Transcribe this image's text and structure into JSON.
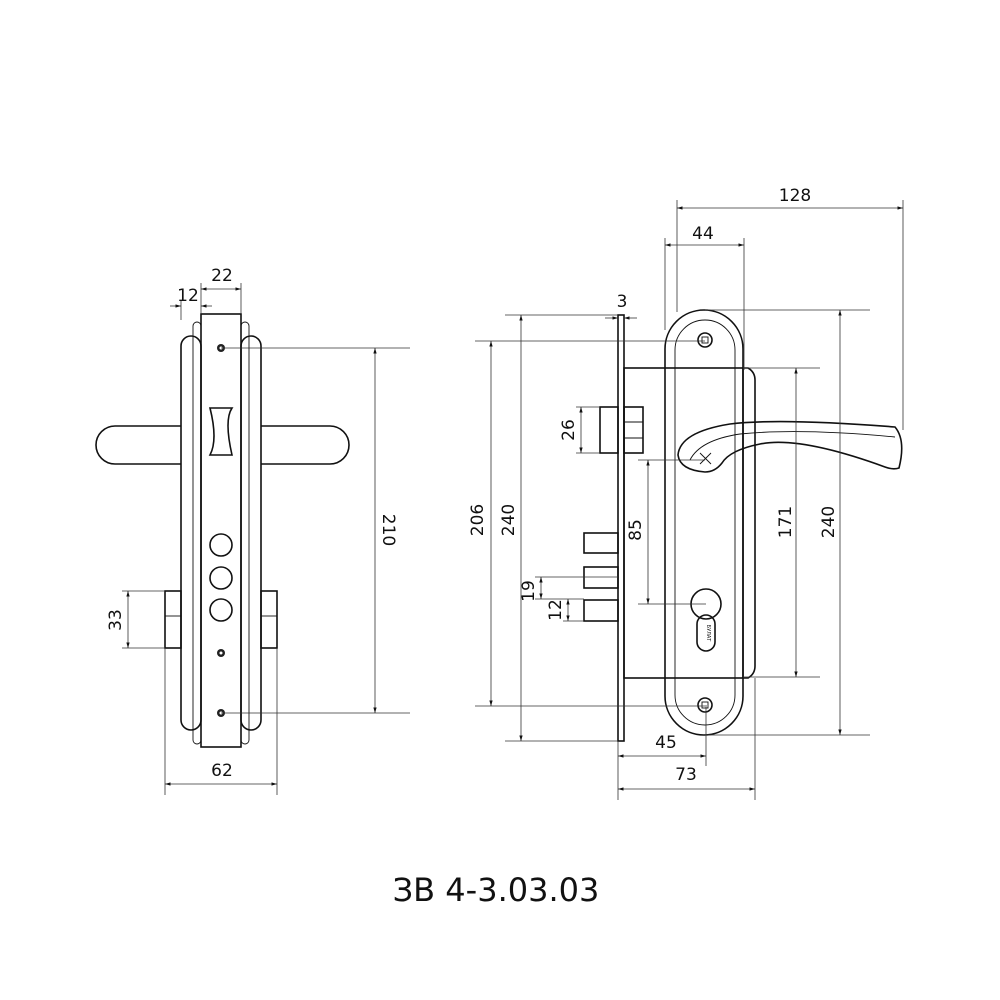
{
  "title": "ЗВ 4-3.03.03",
  "side_view": {
    "dimensions": {
      "faceplate_width": "22",
      "offset": "12",
      "screw_spacing": "210",
      "block_height": "33",
      "overall_width": "62"
    }
  },
  "front_view": {
    "cylinder_brand": "БУЛАТ",
    "dimensions": {
      "handle_length": "128",
      "escutcheon_width": "44",
      "faceplate_thickness": "3",
      "faceplate_screw_spacing": "206",
      "faceplate_height": "240",
      "latch_height": "26",
      "center_distance": "85",
      "bolt_spacing": "19",
      "bolt_height": "12",
      "escutcheon_screw_spacing": "171",
      "escutcheon_height": "240",
      "backset": "45",
      "body_depth": "73"
    }
  }
}
